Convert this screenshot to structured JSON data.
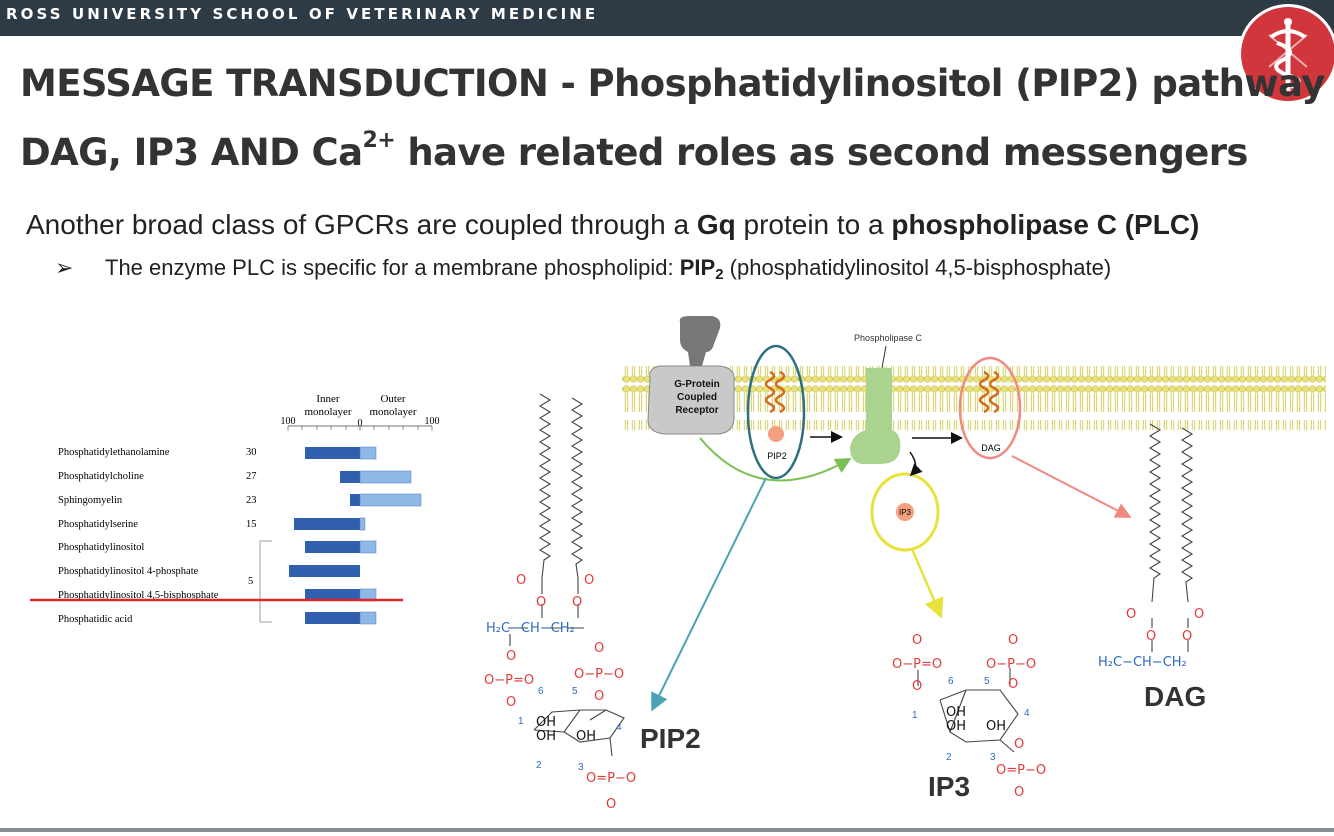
{
  "header": {
    "institution": "ROSS UNIVERSITY SCHOOL OF VETERINARY MEDICINE"
  },
  "title": {
    "line1": "MESSAGE TRANSDUCTION - Phosphatidylinositol (PIP2) pathway",
    "line2_pre": "DAG, IP3 AND Ca",
    "line2_sup": "2+",
    "line2_post": " have related roles as second messengers"
  },
  "body": {
    "p1_a": "Another broad class of GPCRs are coupled through a ",
    "p1_b": "Gq",
    "p1_c": " protein to a ",
    "p1_d": "phospholipase C (PLC)",
    "bullet_marker": "➢",
    "p2_a": "The enzyme PLC is specific for a membrane phospholipid: ",
    "p2_b": "PIP",
    "p2_sub": "2",
    "p2_c": " (phosphatidylinositol 4,5-bisphosphate)"
  },
  "lipid_chart": {
    "inner_label_1": "Inner",
    "inner_label_2": "monolayer",
    "outer_label_1": "Outer",
    "outer_label_2": "monolayer",
    "axis_left": "100",
    "axis_mid": "0",
    "axis_right": "100",
    "group_count": "5",
    "rows": [
      {
        "name": "Phosphatidylethanolamine",
        "value": "30"
      },
      {
        "name": "Phosphatidylcholine",
        "value": "27"
      },
      {
        "name": "Sphingomyelin",
        "value": "23"
      },
      {
        "name": "Phosphatidylserine",
        "value": "15"
      },
      {
        "name": "Phosphatidylinositol",
        "value": ""
      },
      {
        "name": "Phosphatidylinositol 4-phosphate",
        "value": ""
      },
      {
        "name": "Phosphatidylinositol 4,5-bisphosphate",
        "value": ""
      },
      {
        "name": "Phosphatidic acid",
        "value": ""
      }
    ]
  },
  "diagram": {
    "gpcr_label": [
      "G-Protein",
      "Coupled",
      "Receptor"
    ],
    "plc_label": "Phospholipase C",
    "pip2_small": "PIP2",
    "dag_small": "DAG",
    "ip3_small": "IP3",
    "pip2_big": "PIP2",
    "ip3_big": "IP3",
    "dag_big": "DAG"
  },
  "colors": {
    "topbar": "#2e3a44",
    "logo_red": "#d0363c",
    "inner_bar": "#2f5fae",
    "outer_bar": "#8fb8e6",
    "highlight_line": "#e0262b",
    "membrane": "#e9e27a",
    "oxygen_red": "#e03a3a",
    "carbon_blue": "#2c6bbf"
  }
}
